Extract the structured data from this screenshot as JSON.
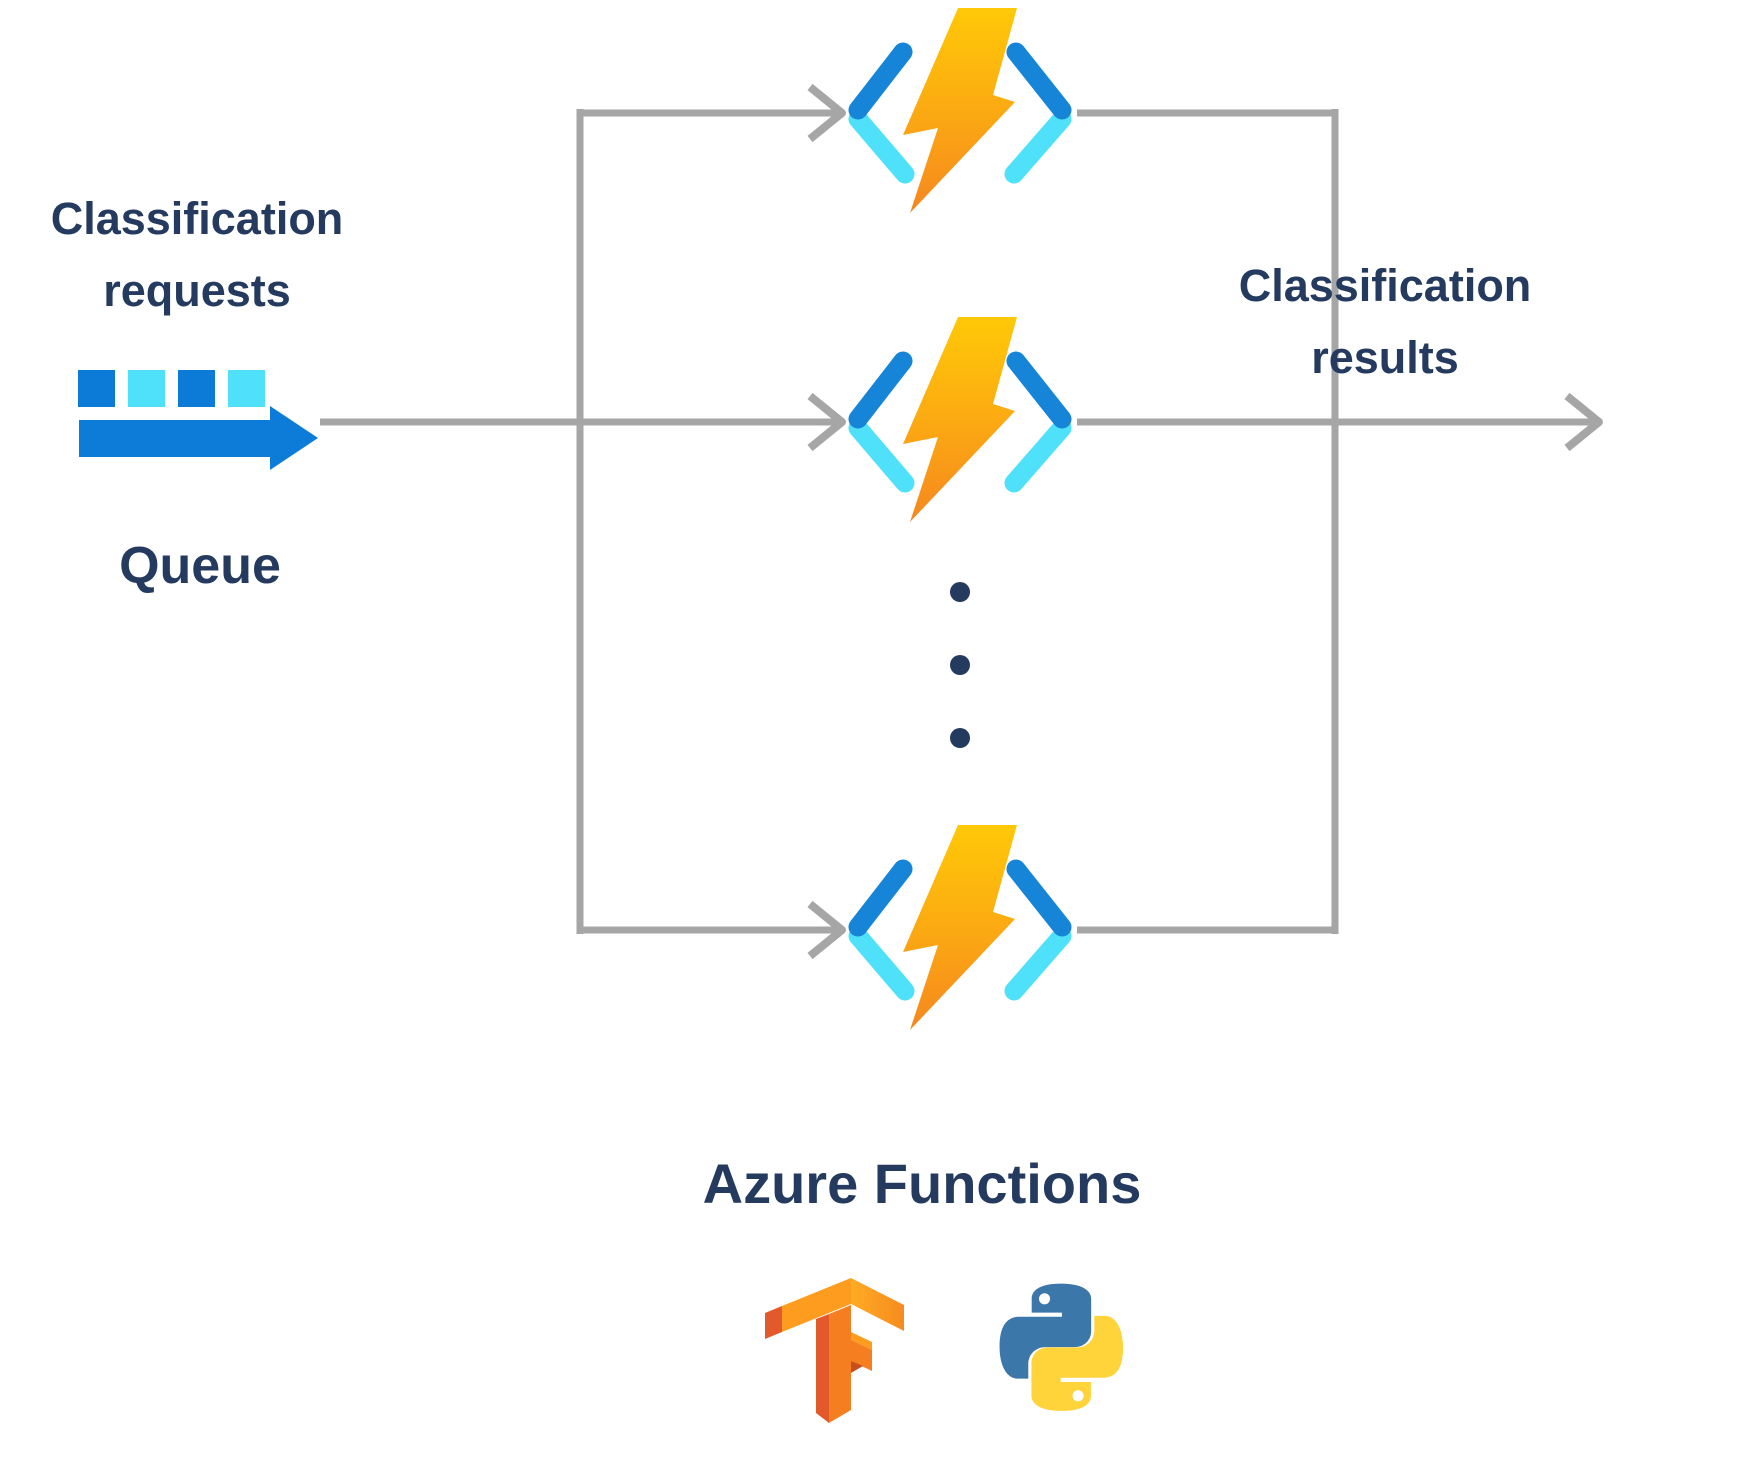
{
  "diagram_title": "Azure Functions classification diagram",
  "labels": {
    "input": "Classification requests",
    "queue": "Queue",
    "output": "Classification results",
    "functions": "Azure Functions"
  },
  "nodes": {
    "queue": {
      "type": "queue",
      "label": "Queue",
      "message_squares": 4
    },
    "azure_function_instances": 3,
    "ellipsis_dots": 3,
    "runtime_logos": [
      "tensorflow",
      "python"
    ]
  },
  "flow": {
    "from": "Queue",
    "fan_out_to": "Azure Functions (parallel instances)",
    "fan_in_to": "Classification results"
  },
  "colors": {
    "text_navy": "#243a5e",
    "connector_gray": "#a6a6a6",
    "queue_blue": "#0b7bd7",
    "queue_cyan": "#4ee1f9",
    "bracket_blue": "#1685d8",
    "bracket_cyan": "#4ee1f9",
    "bolt_gold": "#ffc907",
    "bolt_orange": "#f5871f",
    "tensorflow_bright": "#fe9c1f",
    "tensorflow_medium": "#f57e20",
    "tensorflow_dark": "#e2592b",
    "python_blue": "#3b77a9",
    "python_yellow": "#ffd43b"
  }
}
